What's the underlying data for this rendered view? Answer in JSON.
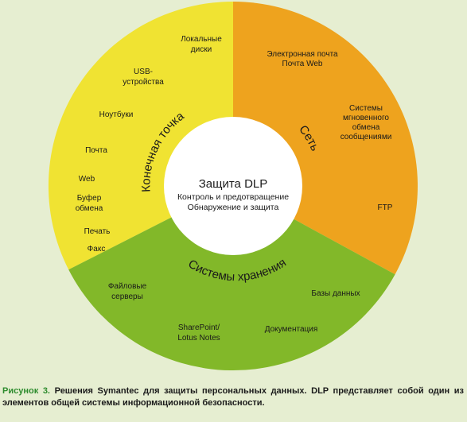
{
  "colors": {
    "background": "#e6eed1",
    "endpoint": "#f0e332",
    "network": "#eea31e",
    "storage": "#82b829",
    "center": "#ffffff",
    "caption_label": "#2e8c2e"
  },
  "center": {
    "title": "Защита DLP",
    "line1": "Контроль и предотвращение",
    "line2": "Обнаружение и защита"
  },
  "sectors": {
    "endpoint": {
      "title": "Конечная точка",
      "items": {
        "local_disks_1": "Локальные",
        "local_disks_2": "диски",
        "usb_1": "USB-",
        "usb_2": "устройства",
        "notebooks": "Ноутбуки",
        "mail": "Почта",
        "web": "Web",
        "clipboard_1": "Буфер",
        "clipboard_2": "обмена",
        "print": "Печать",
        "fax": "Факс"
      }
    },
    "network": {
      "title": "Сеть",
      "items": {
        "email_1": "Электронная почта",
        "email_2": "Почта Web",
        "im_1": "Системы",
        "im_2": "мгновенного",
        "im_3": "обмена",
        "im_4": "сообщениями",
        "ftp": "FTP"
      }
    },
    "storage": {
      "title": "Системы хранения",
      "items": {
        "file_servers_1": "Файловые",
        "file_servers_2": "серверы",
        "databases": "Базы данных",
        "sharepoint_1": "SharePoint/",
        "sharepoint_2": "Lotus Notes",
        "documentation": "Документация"
      }
    }
  },
  "caption": {
    "label": "Рисунок 3.",
    "text": "Решения Symantec для защиты персональных данных. DLP представляет собой один из элементов общей системы информационной безопасности."
  }
}
